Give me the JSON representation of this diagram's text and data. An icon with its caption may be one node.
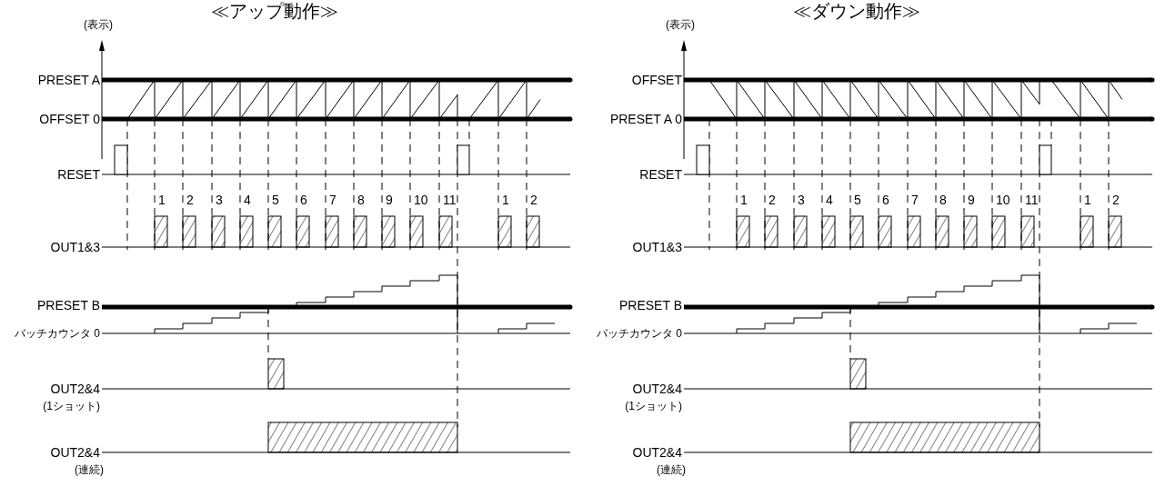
{
  "diagram": {
    "labels": [
      "≪アップ動作≫",
      "(表示)",
      "PRESET A",
      "OFFSET 0",
      "RESET",
      "1",
      "2",
      "3",
      "4",
      "5",
      "6",
      "7",
      "8",
      "9",
      "10",
      "11",
      "1",
      "2",
      "OUT1&3",
      "PRESET B",
      "バッチカウンタ 0",
      "OUT2&4",
      "(1ショット)",
      "OUT2&4",
      "(連続)",
      "≪ダウン動作≫",
      "(表示)",
      "OFFSET",
      "PRESET A 0",
      "RESET",
      "1",
      "2",
      "3",
      "4",
      "5",
      "6",
      "7",
      "8",
      "9",
      "10",
      "11",
      "1",
      "2",
      "OUT1&3",
      "PRESET B",
      "バッチカウンタ 0",
      "OUT2&4",
      "(1ショット)",
      "OUT2&4",
      "(連続)"
    ]
  }
}
